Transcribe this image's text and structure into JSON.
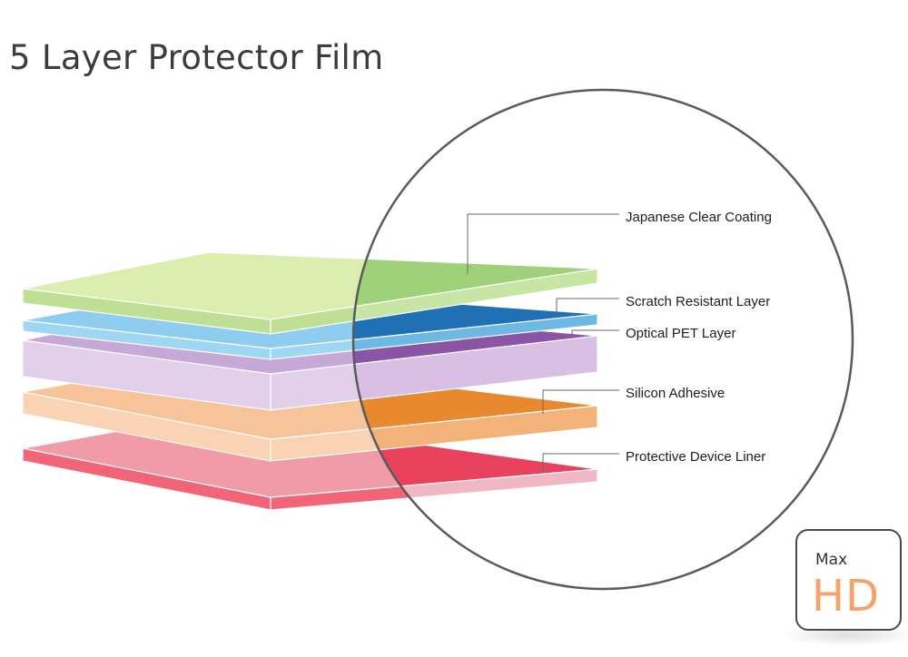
{
  "title": "5 Layer Protector Film",
  "layers": [
    {
      "name": "Japanese Clear Coating",
      "colors": {
        "top": "#dcedb0",
        "edge": "#bfe094",
        "rightTop": "#9fd07a",
        "rightEdge": "#c7e6a6"
      }
    },
    {
      "name": "Scratch Resistant Layer",
      "colors": {
        "top": "#8fcdf0",
        "edge": "#9ed6f3",
        "rightTop": "#1f70b5",
        "rightEdge": "#6eb8e4"
      }
    },
    {
      "name": "Optical PET Layer",
      "colors": {
        "top": "#c7a9d8",
        "edge": "#e2cfe9",
        "rightTop": "#8a55a5",
        "rightEdge": "#d8bfe3"
      }
    },
    {
      "name": "Silicon Adhesive",
      "colors": {
        "top": "#f6c39a",
        "edge": "#f9d3b4",
        "rightTop": "#e8882f",
        "rightEdge": "#f4b27b"
      }
    },
    {
      "name": "Protective Device Liner",
      "colors": {
        "top": "#f19aa8",
        "edge": "#f26579",
        "rightTop": "#e8415c",
        "rightEdge": "#f0b7c4"
      }
    }
  ],
  "badge": {
    "line1": "Max",
    "line2": "HD",
    "accent": "#f5a36a"
  },
  "circle_stroke": "#5a5a5a"
}
